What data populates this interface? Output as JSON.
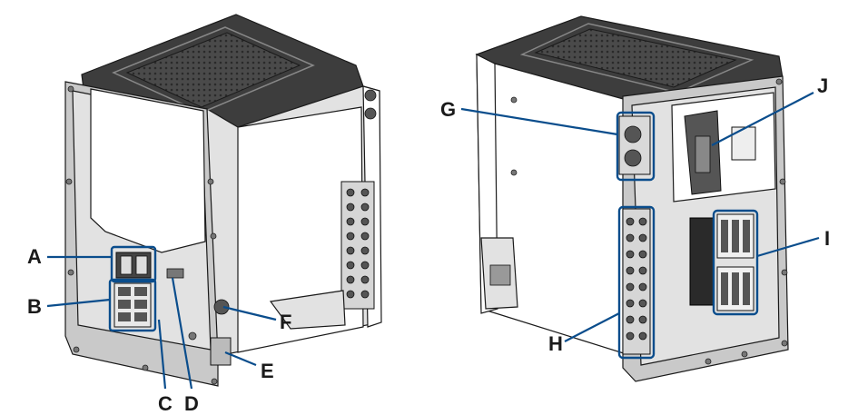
{
  "callouts": {
    "A": "A",
    "B": "B",
    "C": "C",
    "D": "D",
    "E": "E",
    "F": "F",
    "G": "G",
    "H": "H",
    "I": "I",
    "J": "J"
  },
  "colors": {
    "leader": "#0a4d8c",
    "housing_dark": "#3d3d3d",
    "housing_mid": "#c9c9c9",
    "housing_light": "#e2e2e2"
  }
}
